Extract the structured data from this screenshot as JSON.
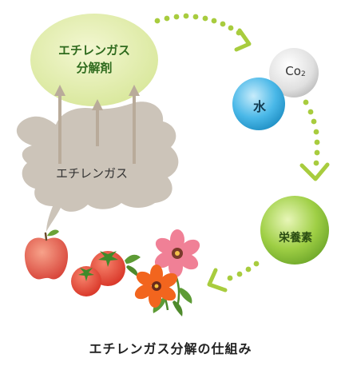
{
  "decomposer": {
    "line1": "エチレンガス",
    "line2": "分解剤"
  },
  "co2": {
    "main": "Co",
    "sub": "2"
  },
  "water": {
    "label": "水"
  },
  "nutrients": {
    "label": "栄養素"
  },
  "gas": {
    "label": "エチレンガス"
  },
  "caption": "エチレンガス分解の仕組み",
  "colors": {
    "decomposer_fill": "#e6efb0",
    "gas_cloud": "#ccc4b9",
    "arrow": "#b9ab9a",
    "dots": "#a8cc3e",
    "co2_ball": "#e3e3e3",
    "water_ball": "#3fb0e3",
    "nutrient_ball": "#8fc43a",
    "apple": "#e15a4f",
    "tomato": "#e24a3a",
    "flower_pink": "#f08096",
    "flower_orange": "#f2651e"
  },
  "icons": [
    "apple-icon",
    "tomato-icon",
    "flower-icon"
  ]
}
